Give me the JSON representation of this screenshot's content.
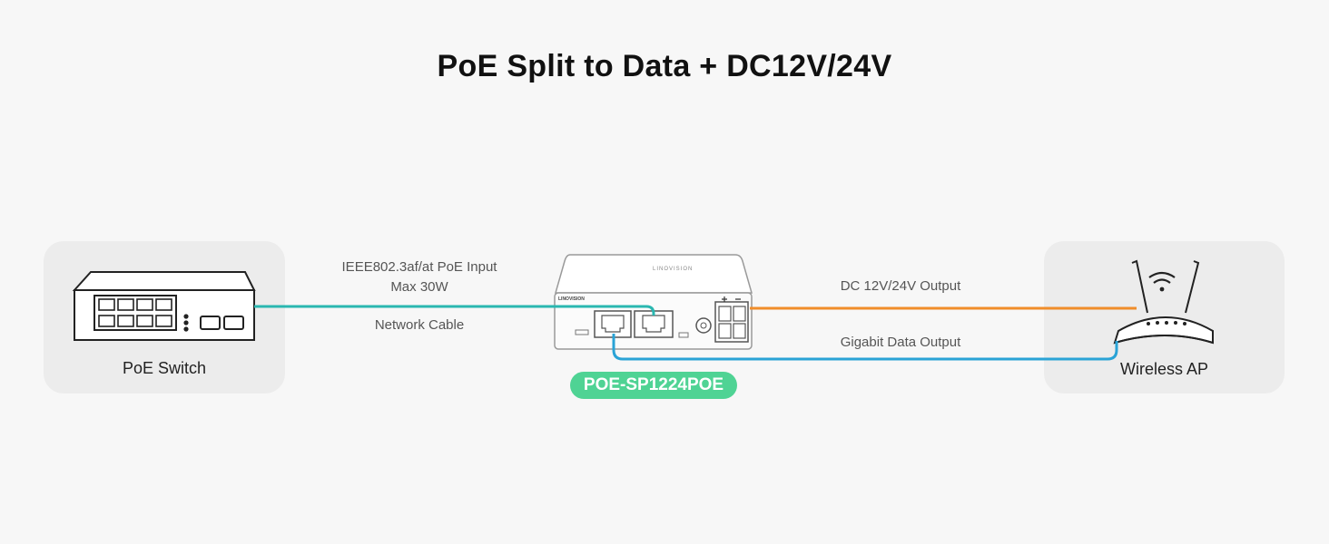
{
  "title": "PoE Split to Data + DC12V/24V",
  "devices": {
    "switch_label": "PoE Switch",
    "ap_label": "Wireless AP",
    "splitter_model": "POE-SP1224POE",
    "splitter_brand": "LINOVISION"
  },
  "labels": {
    "poe_input_line1": "IEEE802.3af/at PoE Input",
    "poe_input_line2": "Max 30W",
    "network_cable": "Network Cable",
    "dc_output": "DC 12V/24V Output",
    "data_output": "Gigabit Data Output"
  },
  "colors": {
    "poe_cable": "#2ab7b0",
    "dc_cable": "#f08d2a",
    "data_cable": "#2aa3d6",
    "badge": "#4fd394"
  }
}
